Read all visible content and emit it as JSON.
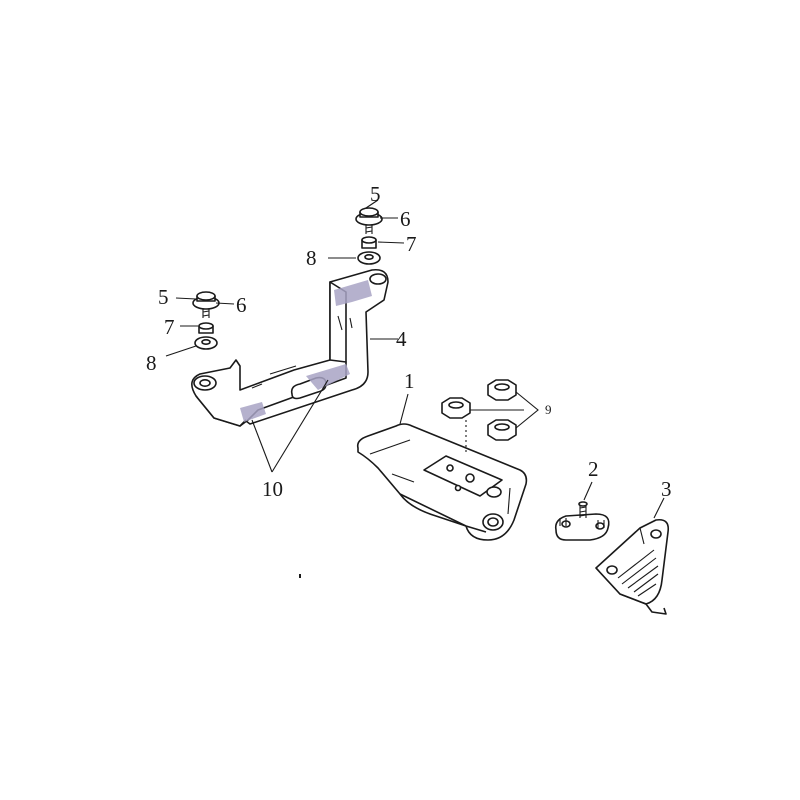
{
  "labels": {
    "p1": "1",
    "p2": "2",
    "p3": "3",
    "p4": "4",
    "p5a": "5",
    "p6a": "6",
    "p7a": "7",
    "p8a": "8",
    "p5b": "5",
    "p6b": "6",
    "p7b": "7",
    "p8b": "8",
    "p9": "9",
    "p10": "10"
  },
  "colors": {
    "line": "#1a1a1a",
    "highlight": "#a8a3c4",
    "background": "#ffffff"
  }
}
